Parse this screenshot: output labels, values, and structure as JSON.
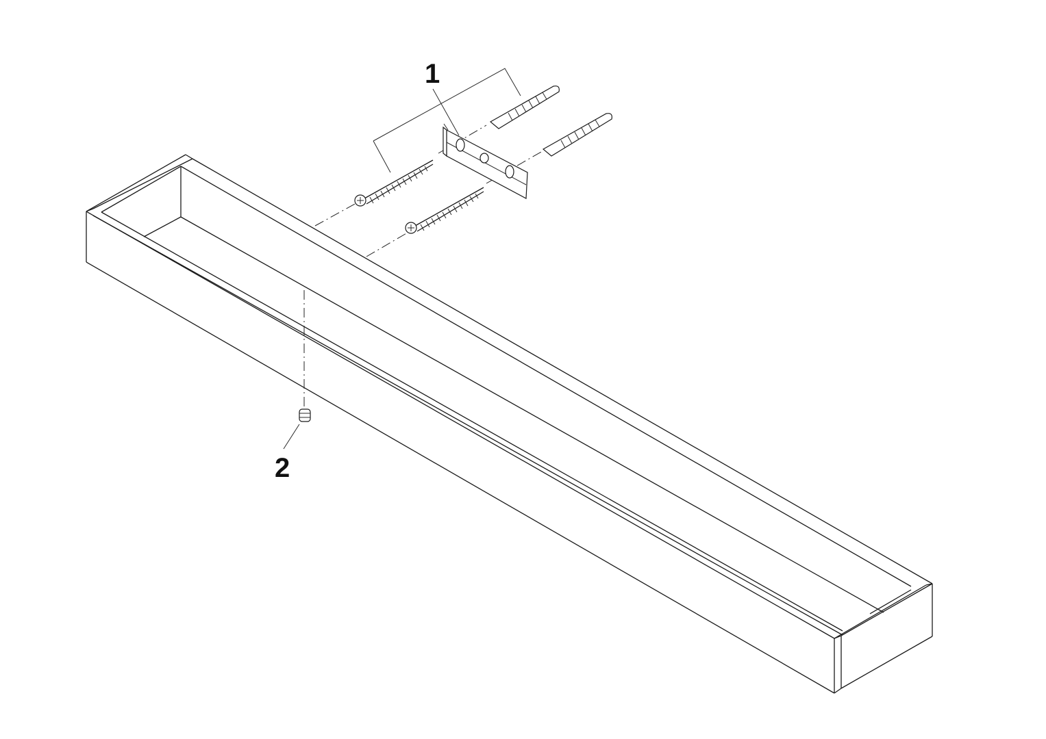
{
  "diagram": {
    "type": "exploded assembly drawing",
    "subject": "wall-mounted shelf / tray with mounting bracket",
    "callouts": [
      {
        "id": "1",
        "label": "1",
        "refers_to": "mounting bracket with screws and wall plugs"
      },
      {
        "id": "2",
        "label": "2",
        "refers_to": "set screw"
      }
    ],
    "parts": [
      {
        "name": "tray",
        "description": "long rectangular open tray"
      },
      {
        "name": "mounting-bracket",
        "description": "bracket plate with two slotted holes"
      },
      {
        "name": "wood-screw",
        "count": 2
      },
      {
        "name": "wall-plug",
        "count": 2
      },
      {
        "name": "set-screw",
        "count": 1
      }
    ],
    "colors": {
      "line": "#1a1a1a",
      "background": "#ffffff"
    }
  }
}
